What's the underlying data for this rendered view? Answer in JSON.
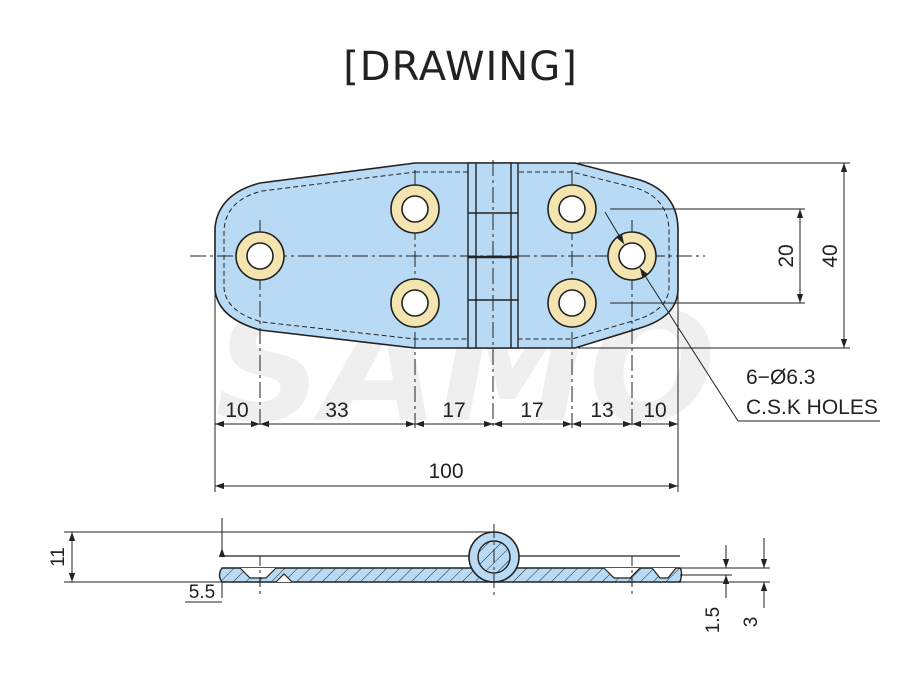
{
  "title": "[DRAWING]",
  "watermark": "SAMO",
  "dimensions": {
    "d10_left": "10",
    "d33": "33",
    "d17a": "17",
    "d17b": "17",
    "d13": "13",
    "d10_right": "10",
    "d100": "100",
    "d20": "20",
    "d40": "40",
    "holes_count": "6−Ø6.3",
    "holes_type": "C.S.K HOLES",
    "d11": "11",
    "d5_5": "5.5",
    "d1_5": "1.5",
    "d3": "3"
  },
  "colors": {
    "plate_fill": "#b8daf5",
    "hole_ring": "#f4e4b0",
    "line": "#222222"
  }
}
